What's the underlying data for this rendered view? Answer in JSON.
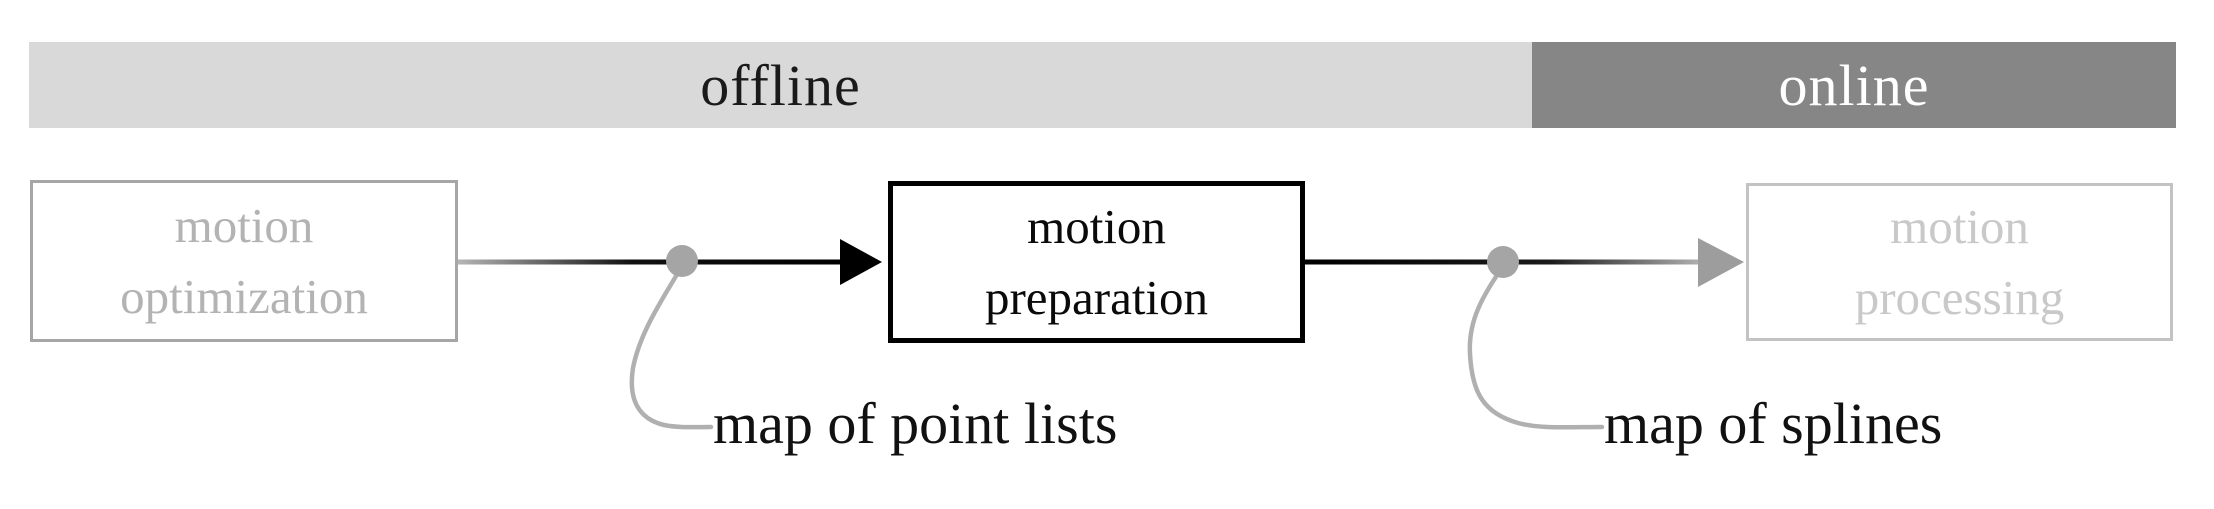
{
  "figure": {
    "phase_bar": {
      "segments": [
        {
          "label": "offline",
          "color": "#d9d9d9",
          "text_color": "#1a1a1a"
        },
        {
          "label": "online",
          "color": "#868686",
          "text_color": "#ffffff"
        }
      ]
    },
    "nodes": [
      {
        "id": "motion-optimization",
        "label_line1": "motion",
        "label_line2": "optimization",
        "phase": "offline",
        "emphasis": "faded"
      },
      {
        "id": "motion-preparation",
        "label_line1": "motion",
        "label_line2": "preparation",
        "phase": "offline",
        "emphasis": "highlighted"
      },
      {
        "id": "motion-processing",
        "label_line1": "motion",
        "label_line2": "processing",
        "phase": "online",
        "emphasis": "faded"
      }
    ],
    "edges": [
      {
        "from": "motion-optimization",
        "to": "motion-preparation",
        "annotation": "map of point lists"
      },
      {
        "from": "motion-preparation",
        "to": "motion-processing",
        "annotation": "map of splines"
      }
    ],
    "colors": {
      "active_stroke": "#000000",
      "faded_stroke": "#a6a6a6",
      "dot_gray": "#a5a5a5",
      "curve_gray": "#b0b0b0",
      "gray_arrow": "#9d9d9d"
    }
  }
}
